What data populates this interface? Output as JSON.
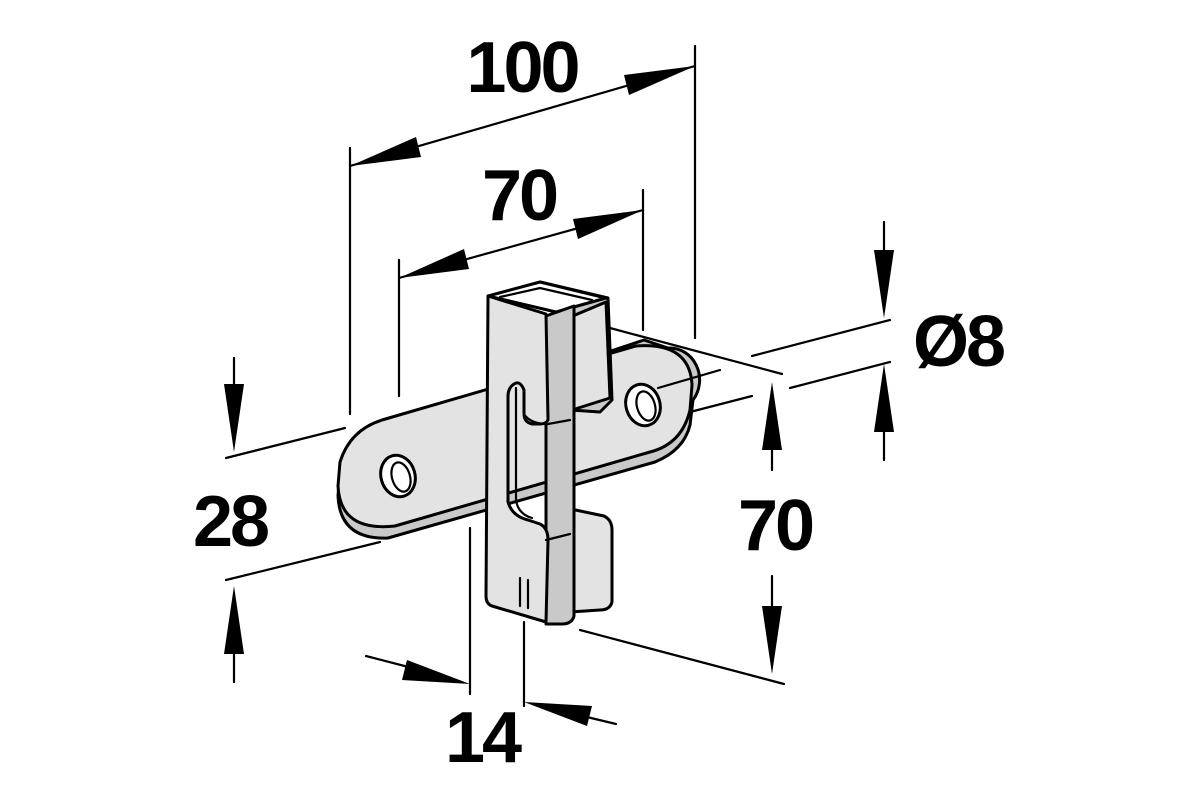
{
  "colors": {
    "background": "#ffffff",
    "outline": "#000000",
    "part_fill": "#e3e3e3",
    "part_shadow": "#c9c9c9",
    "hole_fill": "#ffffff"
  },
  "dimensions": {
    "overall_width": "100",
    "hole_spacing": "70",
    "plate_height": "28",
    "hole_diameter": "Ø8",
    "bracket_height": "70",
    "slot_width": "14"
  }
}
